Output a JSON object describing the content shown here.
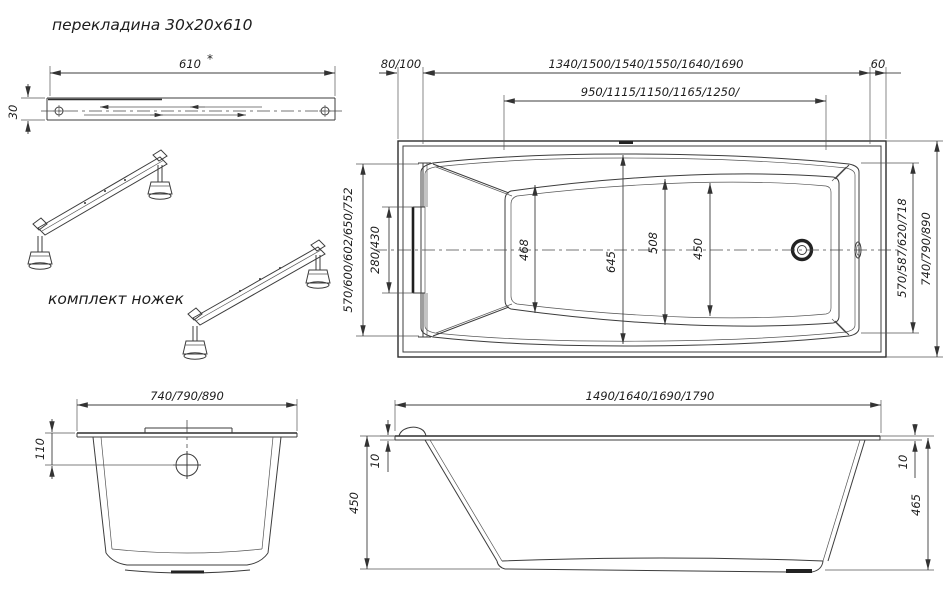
{
  "title": "перекладина 30х20х610",
  "crossbar": {
    "length": "610",
    "star": "*",
    "height": "30"
  },
  "legs": {
    "caption": "комплект ножек"
  },
  "plan": {
    "offset_left": "80/100",
    "length_options": "1340/1500/1540/1550/1640/1690",
    "offset_right": "60",
    "inner_length": "950/1115/1150/1165/1250/",
    "opening_head": "570/600/602/650/752",
    "bracket_span": "280/430",
    "floor_head": "468",
    "opening_center": "645",
    "floor_center": "508",
    "floor_drain": "450",
    "opening_drain": "570/587/620/718",
    "overall_width": "740/790/890"
  },
  "end_view": {
    "overall_width": "740/790/890",
    "overflow_drop": "110"
  },
  "side_view": {
    "length_options": "1490/1640/1690/1790",
    "rim_left": "10",
    "rim_right": "10",
    "height": "450",
    "total_height": "465"
  }
}
